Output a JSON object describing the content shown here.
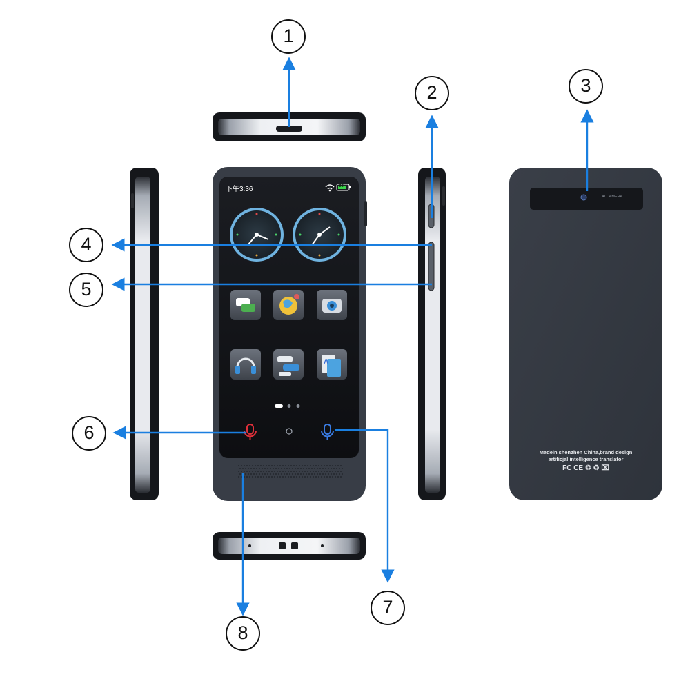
{
  "callouts": {
    "c1": "1",
    "c2": "2",
    "c3": "3",
    "c4": "4",
    "c5": "5",
    "c6": "6",
    "c7": "7",
    "c8": "8"
  },
  "screen": {
    "status_time": "下午3:36",
    "battery": "66"
  },
  "back": {
    "camera_label": "AI CAMERA",
    "line1": "Madein shenzhen China,brand design",
    "line2": "artificjal intelligence translator",
    "marks": "FC CE ♲ ♻ ⌧"
  },
  "colors": {
    "arrow": "#1a7fe0",
    "body": "#383d46",
    "mic_left": "#e0303a",
    "mic_right": "#3a7be0"
  }
}
